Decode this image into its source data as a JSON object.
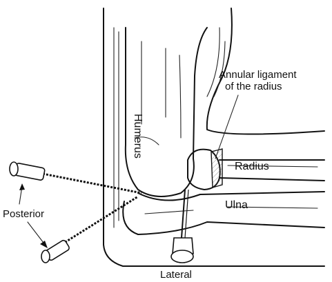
{
  "labels": {
    "annular_ligament_line1": "Annular ligament",
    "annular_ligament_line2": "of the radius",
    "humerus": "Humerus",
    "radius": "Radius",
    "ulna": "Ulna",
    "posterior": "Posterior",
    "lateral": "Lateral"
  },
  "colors": {
    "ink": "#111111",
    "background": "#ffffff"
  }
}
